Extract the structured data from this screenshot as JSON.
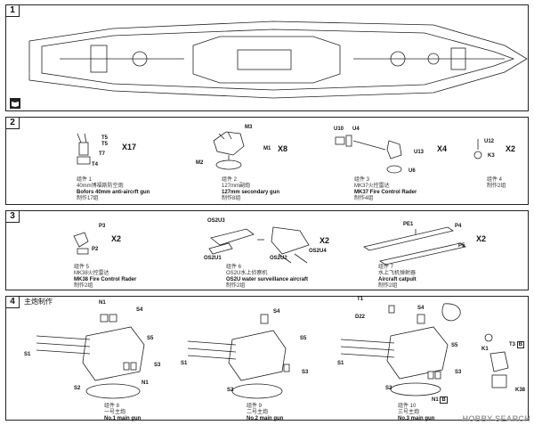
{
  "steps": [
    {
      "num": "1",
      "title": ""
    },
    {
      "num": "2",
      "title": ""
    },
    {
      "num": "3",
      "title": ""
    },
    {
      "num": "4",
      "title": "主炮制作"
    }
  ],
  "step2": {
    "parts": [
      {
        "zh": "组件 1",
        "zh2": "40mm博福斯防空炮",
        "en1": "Bofors 40mm anti-aircrft gun",
        "cnt": "制作17组"
      },
      {
        "zh": "组件 2",
        "zh2": "127mm副炮",
        "en1": "127mm secondary gun",
        "cnt": "制作8组"
      },
      {
        "zh": "组件 3",
        "zh2": "MK37火控雷达",
        "en1": "MK37 Fire Control Rader",
        "cnt": "制作4组"
      },
      {
        "zh": "组件 4",
        "zh2": "",
        "en1": "",
        "cnt": "制作2组"
      }
    ],
    "labels": [
      "T5",
      "T5",
      "T7",
      "T4",
      "M3",
      "M1",
      "M2",
      "U10",
      "U4",
      "U13",
      "U6",
      "U12",
      "K3"
    ],
    "qty": [
      "X17",
      "X8",
      "X4",
      "X2"
    ]
  },
  "step3": {
    "parts": [
      {
        "zh": "组件 5",
        "zh2": "MK38火控雷达",
        "en1": "MK38 Fire Control Rader",
        "cnt": "制作2组"
      },
      {
        "zh": "组件 6",
        "zh2": "OS2U水上侦察机",
        "en1": "OS2U water surveillance aircraft",
        "cnt": "制作2组"
      },
      {
        "zh": "组件 7",
        "zh2": "水上飞机弹射器",
        "en1": "Aircraft catpult",
        "cnt": "制作2组"
      }
    ],
    "labels": [
      "P3",
      "P2",
      "OS2U3",
      "OS2U1",
      "OS2U2",
      "OS2U4",
      "PE1",
      "P4",
      "P5"
    ],
    "qty": [
      "X2",
      "X2",
      "X2"
    ]
  },
  "step4": {
    "parts": [
      {
        "zh": "组件 8",
        "zh2": "一号主炮",
        "en1": "No.1 main gun"
      },
      {
        "zh": "组件 9",
        "zh2": "二号主炮",
        "en1": "No.2 main gun"
      },
      {
        "zh": "组件 10",
        "zh2": "三号主炮",
        "en1": "No.3 main gun"
      }
    ],
    "labels_a": [
      "N1",
      "S4",
      "S5",
      "S1",
      "S3",
      "N1",
      "S2"
    ],
    "labels_b": [
      "S4",
      "S5",
      "S1",
      "S3",
      "S2"
    ],
    "labels_c": [
      "T1",
      "D22",
      "S4",
      "S5",
      "S1",
      "S3",
      "S2",
      "N1",
      "B",
      "K1",
      "T3",
      "B",
      "K38"
    ]
  },
  "watermark": "HOBBY SEARCH"
}
